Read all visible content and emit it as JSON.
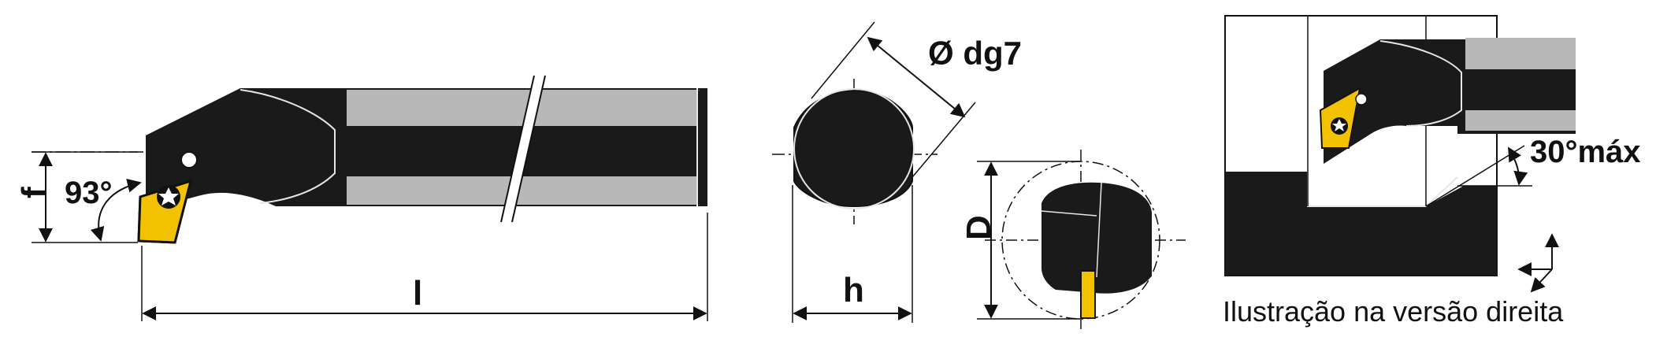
{
  "labels": {
    "f": "f",
    "angle_93": "93°",
    "length_l": "l",
    "diameter_dg7": "Ø dg7",
    "width_h": "h",
    "dimension_D": "D",
    "angle_30_max": "30°máx"
  },
  "caption": "Ilustração na versão direita",
  "colors": {
    "body": "#1a1a1a",
    "shank_gray": "#b8b8b8",
    "insert_yellow": "#f2c200",
    "line": "#111111"
  }
}
